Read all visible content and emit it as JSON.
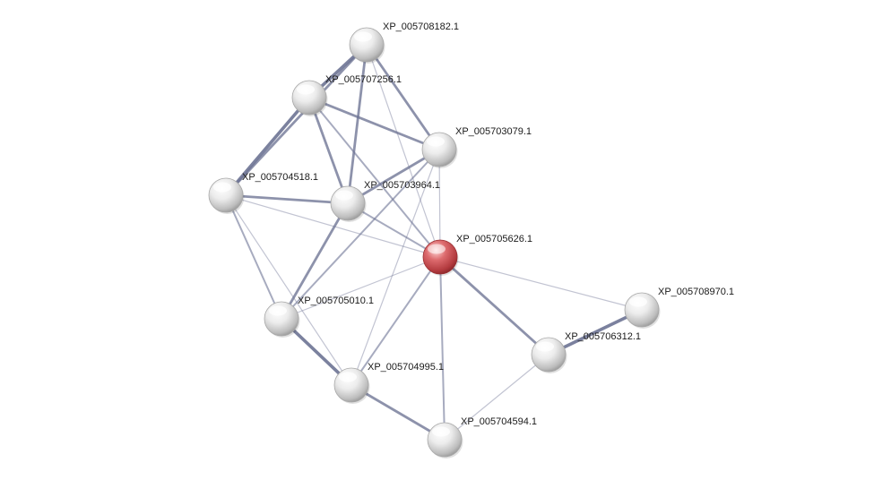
{
  "graph": {
    "query_color": "#c9494c",
    "node_color": "#e4e4e4",
    "edge_color": "#6d7394",
    "nodes": [
      {
        "id": "XP_005708182.1",
        "label": "XP_005708182.1",
        "query": false
      },
      {
        "id": "XP_005707256.1",
        "label": "XP_005707256.1",
        "query": false
      },
      {
        "id": "XP_005703079.1",
        "label": "XP_005703079.1",
        "query": false
      },
      {
        "id": "XP_005704518.1",
        "label": "XP_005704518.1",
        "query": false
      },
      {
        "id": "XP_005703964.1",
        "label": "XP_005703964.1",
        "query": false
      },
      {
        "id": "XP_005705626.1",
        "label": "XP_005705626.1",
        "query": true
      },
      {
        "id": "XP_005705010.1",
        "label": "XP_005705010.1",
        "query": false
      },
      {
        "id": "XP_005708970.1",
        "label": "XP_005708970.1",
        "query": false
      },
      {
        "id": "XP_005706312.1",
        "label": "XP_005706312.1",
        "query": false
      },
      {
        "id": "XP_005704995.1",
        "label": "XP_005704995.1",
        "query": false
      },
      {
        "id": "XP_005704594.1",
        "label": "XP_005704594.1",
        "query": false
      }
    ],
    "edges": [
      {
        "source": "XP_005708182.1",
        "target": "XP_005707256.1",
        "strength": 4
      },
      {
        "source": "XP_005708182.1",
        "target": "XP_005704518.1",
        "strength": 3
      },
      {
        "source": "XP_005708182.1",
        "target": "XP_005703964.1",
        "strength": 3
      },
      {
        "source": "XP_005708182.1",
        "target": "XP_005703079.1",
        "strength": 3
      },
      {
        "source": "XP_005708182.1",
        "target": "XP_005705626.1",
        "strength": 1
      },
      {
        "source": "XP_005707256.1",
        "target": "XP_005704518.1",
        "strength": 4
      },
      {
        "source": "XP_005707256.1",
        "target": "XP_005703964.1",
        "strength": 3
      },
      {
        "source": "XP_005707256.1",
        "target": "XP_005703079.1",
        "strength": 3
      },
      {
        "source": "XP_005707256.1",
        "target": "XP_005705626.1",
        "strength": 2
      },
      {
        "source": "XP_005703079.1",
        "target": "XP_005703964.1",
        "strength": 3
      },
      {
        "source": "XP_005703079.1",
        "target": "XP_005705626.1",
        "strength": 1
      },
      {
        "source": "XP_005703079.1",
        "target": "XP_005705010.1",
        "strength": 2
      },
      {
        "source": "XP_005703079.1",
        "target": "XP_005704995.1",
        "strength": 1
      },
      {
        "source": "XP_005704518.1",
        "target": "XP_005703964.1",
        "strength": 3
      },
      {
        "source": "XP_005704518.1",
        "target": "XP_005705626.1",
        "strength": 1
      },
      {
        "source": "XP_005704518.1",
        "target": "XP_005705010.1",
        "strength": 2
      },
      {
        "source": "XP_005704518.1",
        "target": "XP_005704995.1",
        "strength": 1
      },
      {
        "source": "XP_005703964.1",
        "target": "XP_005705626.1",
        "strength": 2
      },
      {
        "source": "XP_005703964.1",
        "target": "XP_005705010.1",
        "strength": 3
      },
      {
        "source": "XP_005705626.1",
        "target": "XP_005705010.1",
        "strength": 1
      },
      {
        "source": "XP_005705626.1",
        "target": "XP_005704995.1",
        "strength": 2
      },
      {
        "source": "XP_005705626.1",
        "target": "XP_005706312.1",
        "strength": 3
      },
      {
        "source": "XP_005705626.1",
        "target": "XP_005708970.1",
        "strength": 1
      },
      {
        "source": "XP_005705626.1",
        "target": "XP_005704594.1",
        "strength": 2
      },
      {
        "source": "XP_005708970.1",
        "target": "XP_005706312.1",
        "strength": 4
      },
      {
        "source": "XP_005706312.1",
        "target": "XP_005704594.1",
        "strength": 1
      },
      {
        "source": "XP_005705010.1",
        "target": "XP_005704995.1",
        "strength": 4
      },
      {
        "source": "XP_005704995.1",
        "target": "XP_005704594.1",
        "strength": 3
      }
    ]
  }
}
